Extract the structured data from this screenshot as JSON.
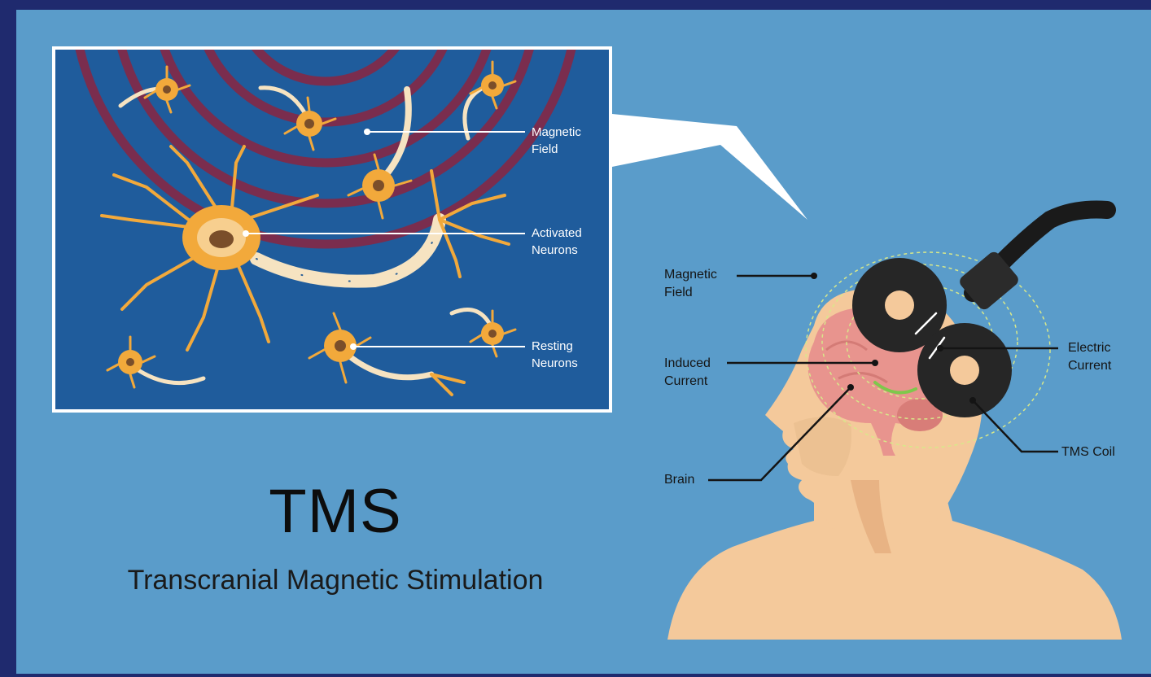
{
  "title": "TMS",
  "subtitle": "Transcranial Magnetic Stimulation",
  "inset": {
    "labels": {
      "magnetic_field": [
        "Magnetic",
        "Field"
      ],
      "activated_neurons": [
        "Activated",
        "Neurons"
      ],
      "resting_neurons": [
        "Resting",
        "Neurons"
      ]
    }
  },
  "head": {
    "labels": {
      "magnetic_field": [
        "Magnetic",
        "Field"
      ],
      "induced_current": [
        "Induced",
        "Current"
      ],
      "brain": [
        "Brain"
      ],
      "electric_current": [
        "Electric",
        "Current"
      ],
      "tms_coil": [
        "TMS Coil"
      ]
    }
  },
  "colors": {
    "background": "#5a9cca",
    "border": "#1f2a6e",
    "inset_background": "#1f5c9c",
    "field_rings": "#7a2d4e",
    "neuron": "#f2a93b",
    "axon": "#f6e3c1",
    "skin": "#f4c99b",
    "brain": "#e8948e",
    "coil": "#262626"
  }
}
